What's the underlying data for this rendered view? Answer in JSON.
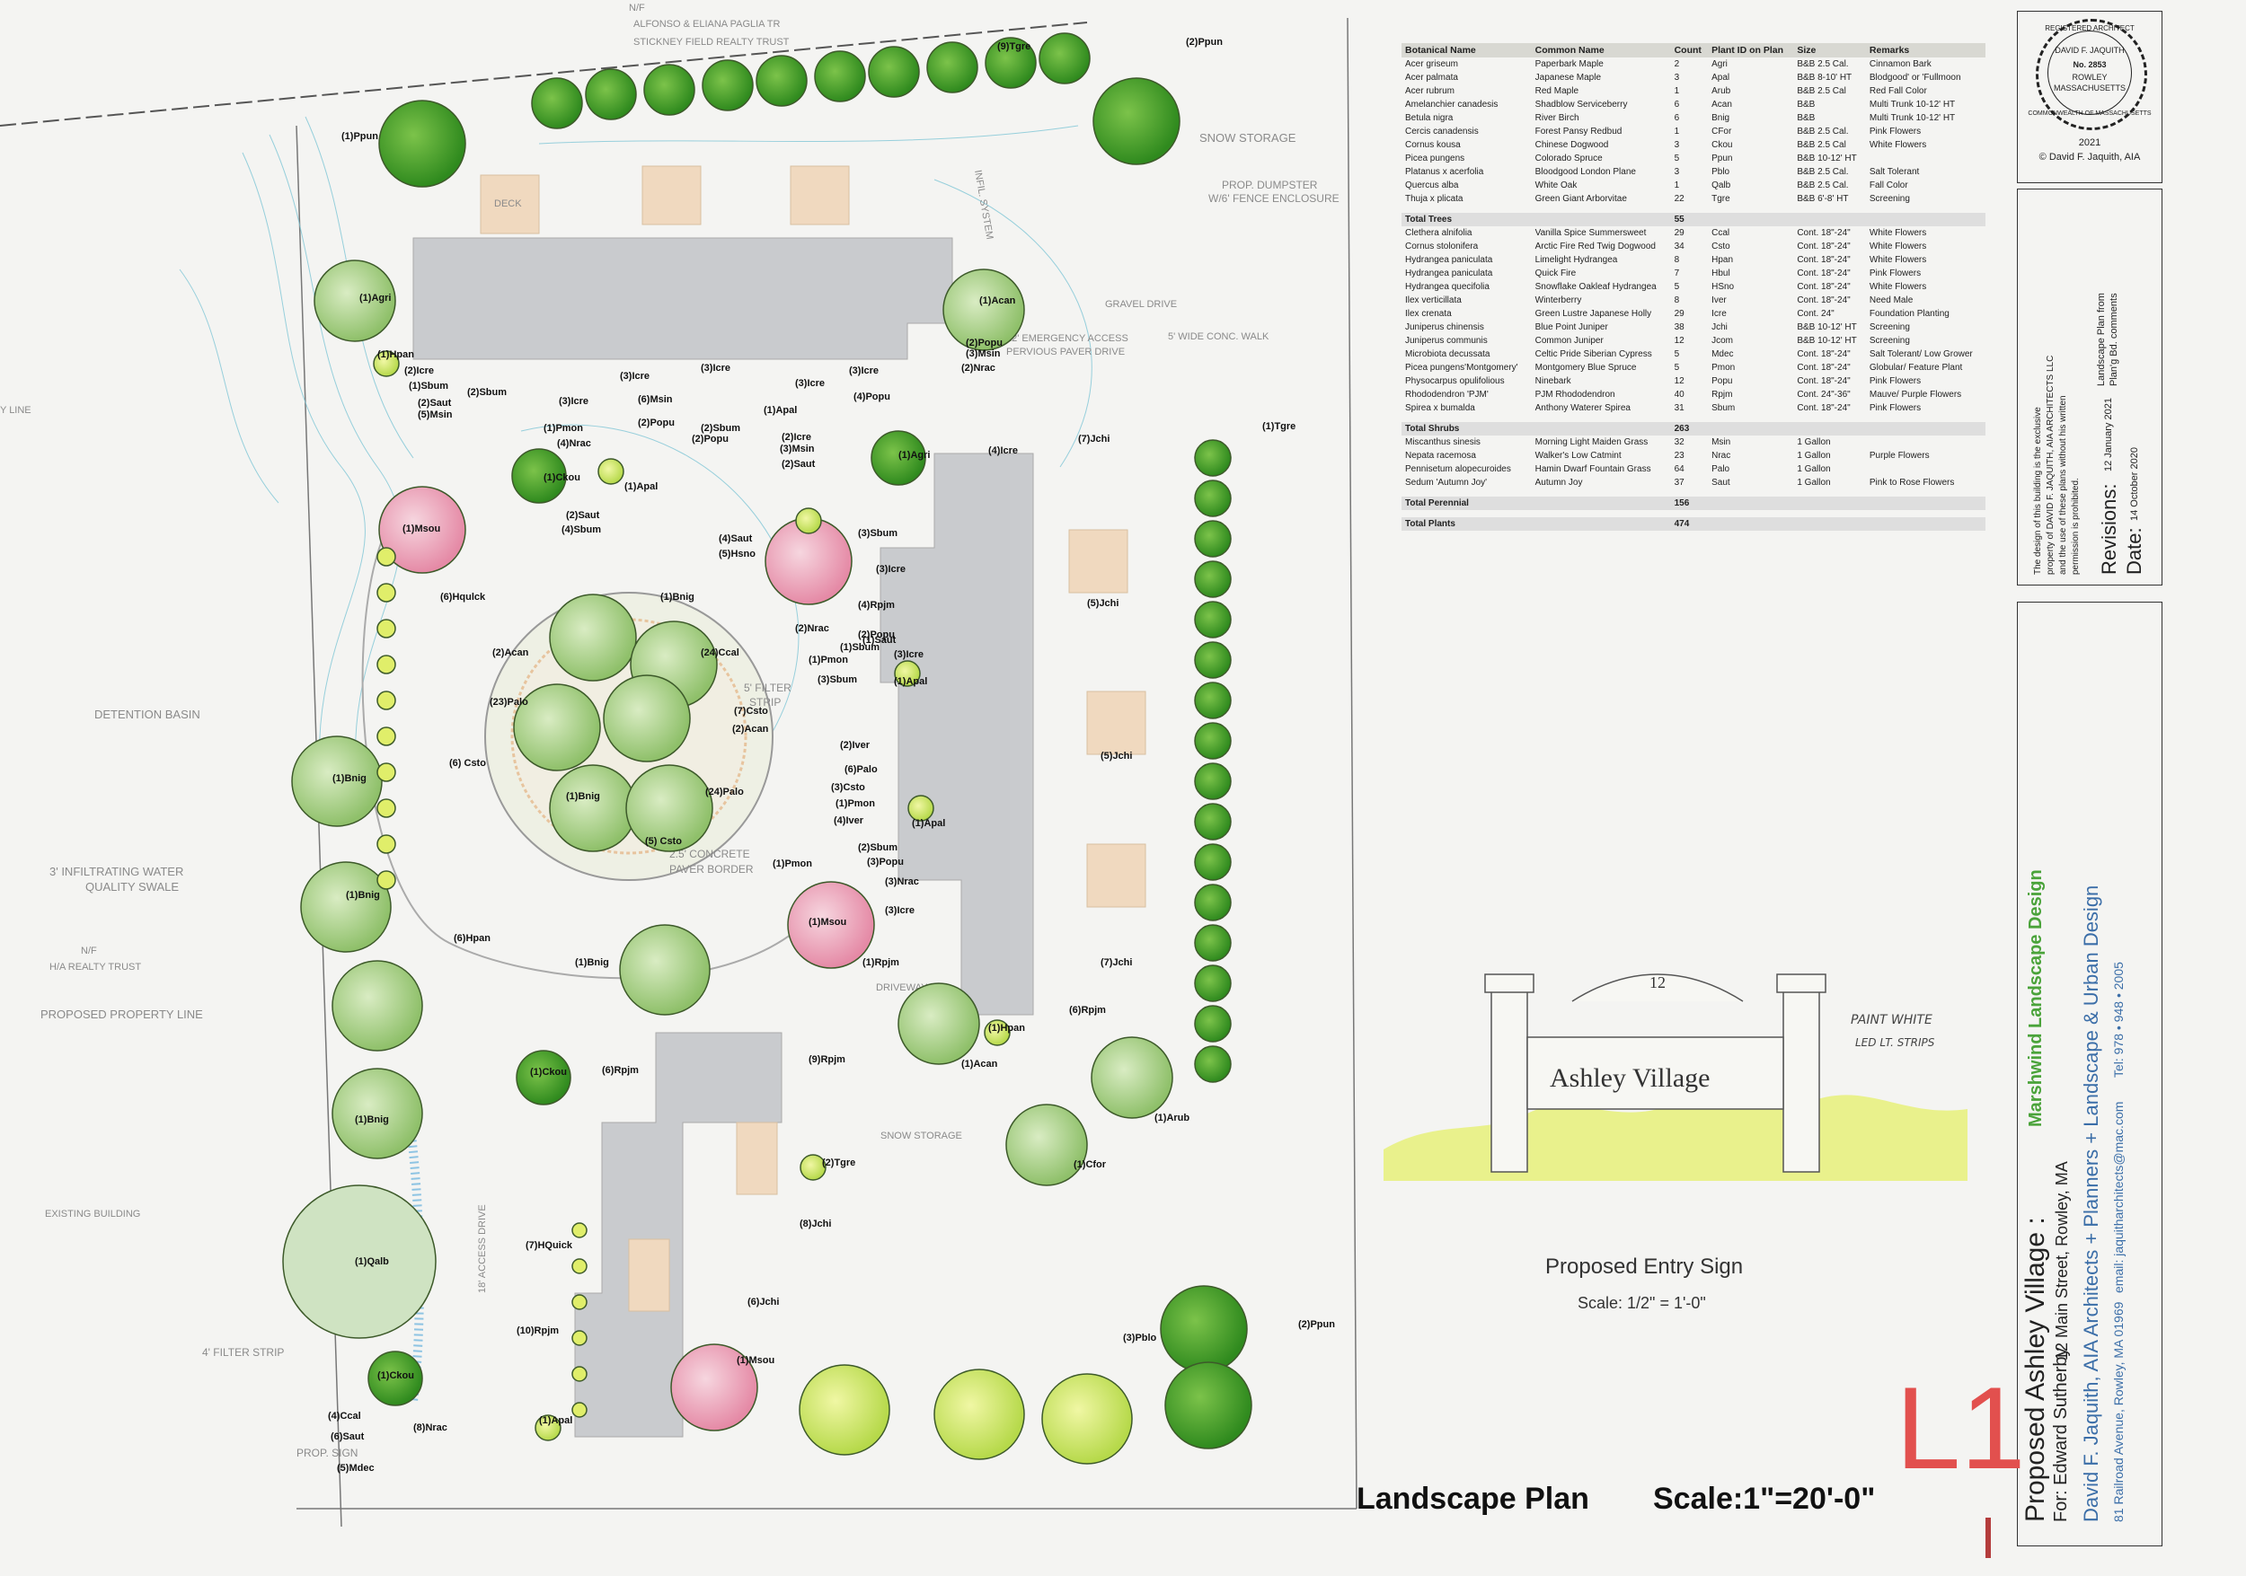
{
  "plan": {
    "plan_title": "Landscape Plan",
    "plan_scale": "Scale:1\"=20'-0\"",
    "sheet_id": "L1",
    "site_labels": {
      "abutter_top": "N/F",
      "abutter_top_name": "ALFONSO & ELIANA PAGLIA TR",
      "abutter_top_trust": "STICKNEY FIELD REALTY TRUST",
      "snow_storage_top": "SNOW STORAGE",
      "dumpster": "PROP. DUMPSTER",
      "dumpster_2": "W/6' FENCE ENCLOSURE",
      "septic": "INFIL. SYSTEM",
      "gravel_drive": "GRAVEL DRIVE",
      "conc_walk": "5' WIDE CONC. WALK",
      "emergency_access": "12' EMERGENCY ACCESS",
      "pervious_paver": "PERVIOUS PAVER DRIVE",
      "detention_basin": "DETENTION BASIN",
      "infiltrating_swale": "3' INFILTRATING WATER",
      "infiltrating_swale_2": "QUALITY SWALE",
      "filter_strip": "5' FILTER",
      "filter_strip_2": "STRIP",
      "paver_border": "2.5' CONCRETE",
      "paver_border_2": "PAVER BORDER",
      "proposed_property_line": "PROPOSED PROPERTY LINE",
      "nf_left": "N/F",
      "realty_trust_left": "H/A REALTY TRUST",
      "existing_building": "EXISTING BUILDING",
      "filter_strip_left": "4' FILTER STRIP",
      "prop_sign": "PROP. SIGN",
      "access_drive": "18' ACCESS DRIVE",
      "snow_storage_mid": "SNOW STORAGE",
      "driveway": "DRIVEWAY",
      "deck": "DECK",
      "line_left": "Y LINE"
    },
    "plant_labels": [
      "(1)Ppun",
      "(9)Tgre",
      "(2)Ppun",
      "(1)Agri",
      "(1)Hpan",
      "(2)Icre",
      "(1)Sbum",
      "(2)Saut",
      "(5)Msin",
      "(2)Sbum",
      "(3)Icre",
      "(3)Icre",
      "(6)Msin",
      "(3)Icre",
      "(3)Icre",
      "(3)Icre",
      "(4)Popu",
      "(1)Acan",
      "(2)Popu",
      "(3)Msin",
      "(2)Nrac",
      "(1)Pmon",
      "(4)Nrac",
      "(2)Popu",
      "(2)Sbum",
      "(2)Popu",
      "(1)Apal",
      "(2)Icre",
      "(3)Msin",
      "(2)Saut",
      "(7)Jchi",
      "(1)Tgre",
      "(1)Ckou",
      "(1)Apal",
      "(1)Agri",
      "(4)Icre",
      "(2)Saut",
      "(4)Sbum",
      "(1)Msou",
      "(4)Saut",
      "(5)Hsno",
      "(3)Sbum",
      "(3)Icre",
      "(6)Hqulck",
      "(1)Bnig",
      "(4)Rpjm",
      "(5)Jchi",
      "(2)Nrac",
      "(2)Popu",
      "(1)Sbum",
      "(1)Pmon",
      "(1)Saut",
      "(3)Icre",
      "(1)Apal",
      "(3)Sbum",
      "(2)Acan",
      "(24)Ccal",
      "(23)Palo",
      "(7)Csto",
      "(2)Acan",
      "(6) Csto",
      "(1)Bnig",
      "(1)Bnig",
      "(2)Iver",
      "(6)Palo",
      "(3)Csto",
      "(1)Pmon",
      "(4)Iver",
      "(1)Apal",
      "(5)Jchi",
      "(24)Palo",
      "(5) Csto",
      "(1)Bnig",
      "(2)Sbum",
      "(1)Pmon",
      "(3)Popu",
      "(3)Nrac",
      "(3)Icre",
      "(1)Msou",
      "(1)Rpjm",
      "(6)Hpan",
      "(1)Bnig",
      "(7)Jchi",
      "(6)Rpjm",
      "(1)Hpan",
      "(1)Acan",
      "(1)Ckou",
      "(6)Rpjm",
      "(9)Rpjm",
      "(1)Bnig",
      "(1)Arub",
      "(2)Tgre",
      "(8)Jchi",
      "(1)Cfor",
      "(1)Qalb",
      "(7)HQuick",
      "(6)Jchi",
      "(10)Rpjm",
      "(1)Msou",
      "(3)Pblo",
      "(2)Ppun",
      "(1)Ckou",
      "(4)Ccal",
      "(6)Saut",
      "(5)Mdec",
      "(8)Nrac",
      "(1)Apal"
    ]
  },
  "schedule": {
    "headers": [
      "Botanical Name",
      "Common Name",
      "Count",
      "Plant ID on Plan",
      "Size",
      "Remarks"
    ],
    "trees": [
      [
        "Acer griseum",
        "Paperbark Maple",
        "2",
        "Agri",
        "B&B 2.5 Cal.",
        "Cinnamon Bark"
      ],
      [
        "Acer palmata",
        "Japanese Maple",
        "3",
        "Apal",
        "B&B 8-10' HT",
        "Blodgood' or 'Fullmoon"
      ],
      [
        "Acer rubrum",
        "Red Maple",
        "1",
        "Arub",
        "B&B 2.5 Cal",
        "Red Fall Color"
      ],
      [
        "Amelanchier canadesis",
        "Shadblow Serviceberry",
        "6",
        "Acan",
        "B&B",
        "Multi Trunk 10-12' HT"
      ],
      [
        "Betula nigra",
        "River Birch",
        "6",
        "Bnig",
        "B&B",
        "Multi Trunk 10-12' HT"
      ],
      [
        "Cercis canadensis",
        "Forest Pansy Redbud",
        "1",
        "CFor",
        "B&B 2.5 Cal.",
        "Pink Flowers"
      ],
      [
        "Cornus kousa",
        "Chinese Dogwood",
        "3",
        "Ckou",
        "B&B 2.5 Cal",
        "White Flowers"
      ],
      [
        "Picea pungens",
        "Colorado Spruce",
        "5",
        "Ppun",
        "B&B 10-12' HT",
        ""
      ],
      [
        "Platanus x acerfolia",
        "Bloodgood London Plane",
        "3",
        "Pblo",
        "B&B 2.5 Cal.",
        "Salt Tolerant"
      ],
      [
        "Quercus alba",
        "White Oak",
        "1",
        "Qalb",
        "B&B 2.5 Cal.",
        "Fall Color"
      ],
      [
        "Thuja x plicata",
        "Green Giant Arborvitae",
        "22",
        "Tgre",
        "B&B 6'-8' HT",
        "Screening"
      ]
    ],
    "total_trees_label": "Total Trees",
    "total_trees": "55",
    "shrubs": [
      [
        "Clethera alnifolia",
        "Vanilla Spice Summersweet",
        "29",
        "Ccal",
        "Cont. 18\"-24\"",
        "White Flowers"
      ],
      [
        "Cornus stolonifera",
        "Arctic Fire Red Twig Dogwood",
        "34",
        "Csto",
        "Cont. 18\"-24\"",
        "White Flowers"
      ],
      [
        "Hydrangea paniculata",
        "Limelight Hydrangea",
        "8",
        "Hpan",
        "Cont. 18\"-24\"",
        "White Flowers"
      ],
      [
        "Hydrangea paniculata",
        "Quick Fire",
        "7",
        "Hbul",
        "Cont. 18\"-24\"",
        "Pink Flowers"
      ],
      [
        "Hydrangea quecifolia",
        "Snowflake Oakleaf Hydrangea",
        "5",
        "HSno",
        "Cont. 18\"-24\"",
        "White Flowers"
      ],
      [
        "Ilex verticillata",
        "Winterberry",
        "8",
        "Iver",
        "Cont. 18\"-24\"",
        "Need Male"
      ],
      [
        "Ilex crenata",
        "Green Lustre Japanese Holly",
        "29",
        "Icre",
        "Cont. 24\"",
        "Foundation Planting"
      ],
      [
        "Juniperus chinensis",
        "Blue Point Juniper",
        "38",
        "Jchi",
        "B&B 10-12' HT",
        "Screening"
      ],
      [
        "Juniperus communis",
        "Common Juniper",
        "12",
        "Jcom",
        "B&B 10-12' HT",
        "Screening"
      ],
      [
        "Microbiota decussata",
        "Celtic Pride Siberian Cypress",
        "5",
        "Mdec",
        "Cont. 18\"-24\"",
        "Salt Tolerant/ Low Grower"
      ],
      [
        "Picea pungens'Montgomery'",
        "Montgomery Blue Spruce",
        "5",
        "Pmon",
        "Cont. 18\"-24\"",
        "Globular/ Feature Plant"
      ],
      [
        "Physocarpus opulifolious",
        "Ninebark",
        "12",
        "Popu",
        "Cont. 18\"-24\"",
        "Pink Flowers"
      ],
      [
        "Rhododendron 'PJM'",
        "PJM Rhododendron",
        "40",
        "Rpjm",
        "Cont. 24\"-36\"",
        "Mauve/ Purple Flowers"
      ],
      [
        "Spirea x bumalda",
        "Anthony Waterer Spirea",
        "31",
        "Sbum",
        "Cont. 18\"-24\"",
        "Pink Flowers"
      ]
    ],
    "total_shrubs_label": "Total Shrubs",
    "total_shrubs": "263",
    "perennials": [
      [
        "Miscanthus sinesis",
        "Morning Light Maiden Grass",
        "32",
        "Msin",
        "1 Gallon",
        ""
      ],
      [
        "Nepata racemosa",
        "Walker's Low Catmint",
        "23",
        "Nrac",
        "1 Gallon",
        "Purple Flowers"
      ],
      [
        "Pennisetum alopecuroides",
        "Hamin Dwarf Fountain Grass",
        "64",
        "Palo",
        "1 Gallon",
        ""
      ],
      [
        "Sedum 'Autumn Joy'",
        "Autumn Joy",
        "37",
        "Saut",
        "1 Gallon",
        "Pink to Rose Flowers"
      ]
    ],
    "total_perennial_label": "Total Perennial",
    "total_perennial": "156",
    "total_plants_label": "Total Plants",
    "total_plants": "474"
  },
  "seal": {
    "top": "REGISTERED ARCHITECT",
    "name": "DAVID F. JAQUITH",
    "number": "No. 2853",
    "town": "ROWLEY",
    "state": "MASSACHUSETTS",
    "bottom": "COMMONWEALTH OF MASSACHUSETTS",
    "year": "2021",
    "copyright": "© David F. Jaquith, AIA"
  },
  "title_block": {
    "disclaimer_1": "The design of this building is the exclusive",
    "disclaimer_2": "property of DAVID F. JAQUITH, AIA ARCHITECTS LLC",
    "disclaimer_3": "and the use of these plans without his written",
    "disclaimer_4": "permission is prohibited.",
    "revisions_label": "Revisions:",
    "revisions_date": "12 January 2021",
    "revisions_note": "Landscape Plan from",
    "revisions_note_2": "Plan'g Bd. comments",
    "date_label": "Date:",
    "date_value": "14 October 2020",
    "project": "Proposed  Ashley Village :",
    "designer": "Marshwind Landscape Design",
    "client": "For: Edward Sutherby",
    "address": "12 Main Street, Rowley, MA",
    "firm": "David F. Jaquith, AIA   Architects + Planners + Landscape  &  Urban Design",
    "firm_address": "81 Railroad Avenue, Rowley, MA 01969",
    "email": "email: jaquitharchitects@mac.com",
    "tel": "Tel: 978 • 948 • 2005"
  },
  "sign": {
    "number": "12",
    "text": "Ashley Village",
    "note_1": "PAINT WHITE",
    "note_2": "LED LT. STRIPS",
    "title": "Proposed Entry Sign",
    "scale": "Scale: 1/2\"  = 1'-0\""
  }
}
